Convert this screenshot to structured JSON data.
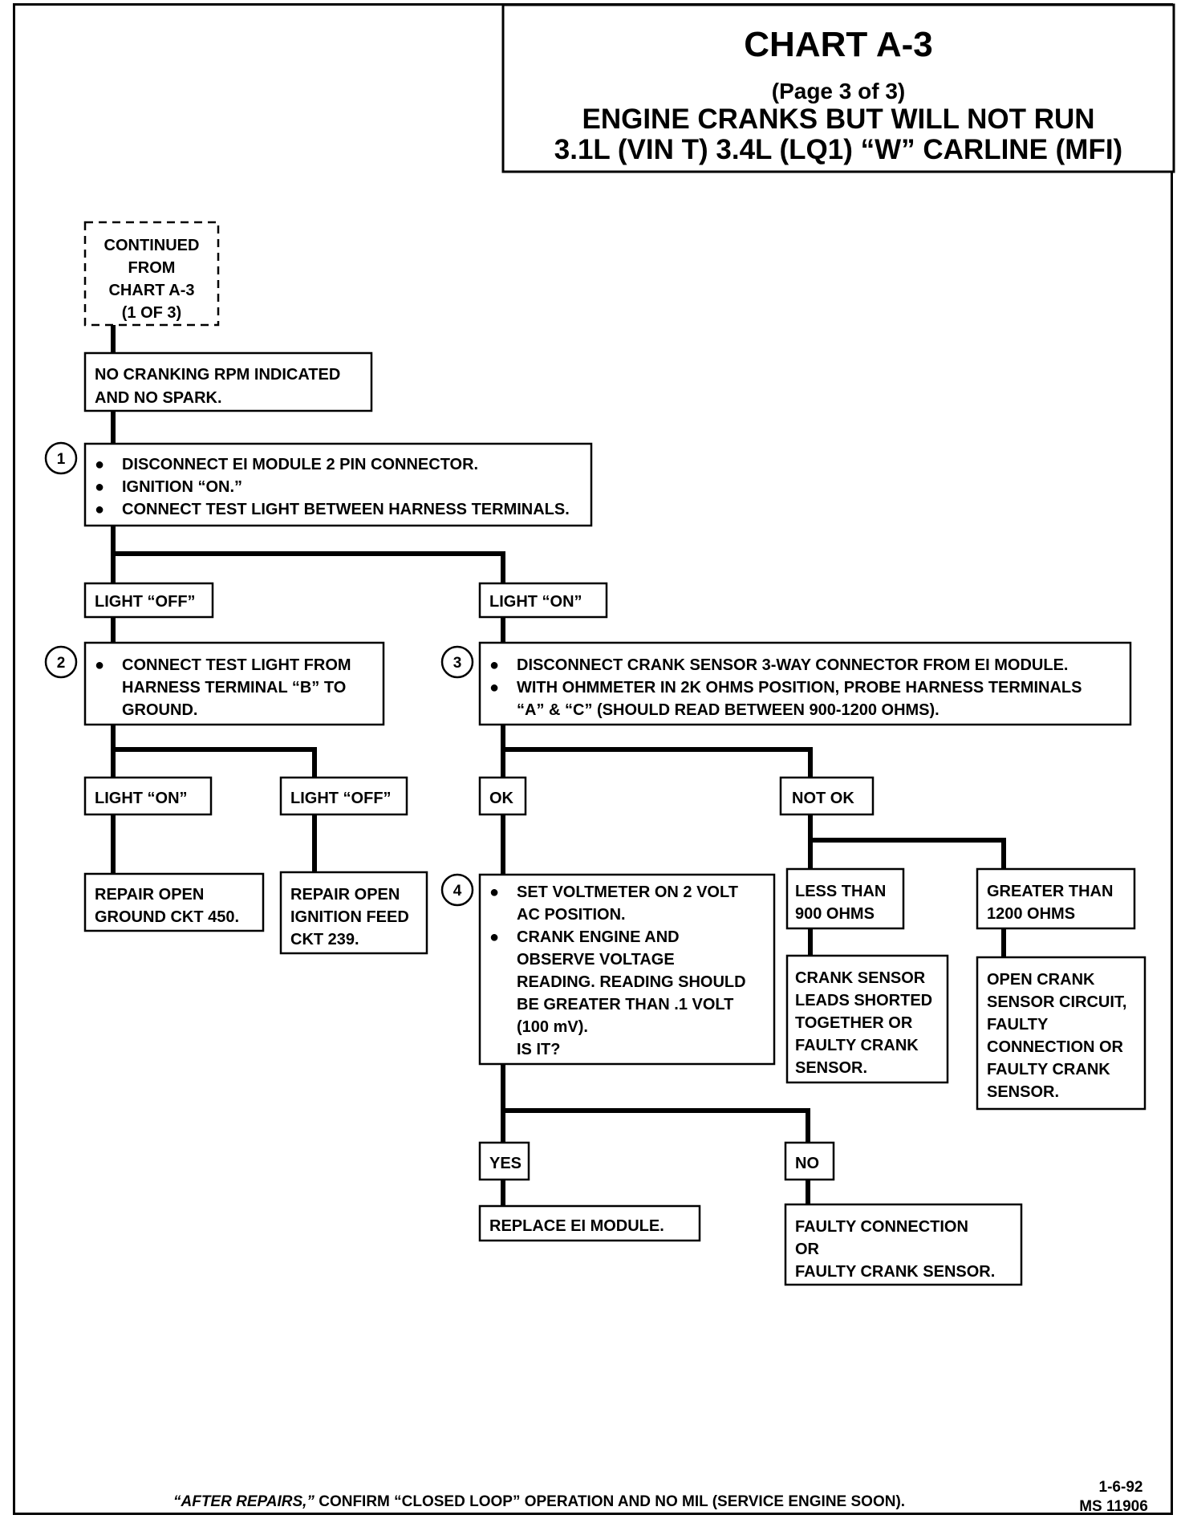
{
  "header": {
    "chart_id": "CHART A-3",
    "page": "(Page 3 of 3)",
    "title": "ENGINE CRANKS BUT WILL NOT RUN",
    "subtitle": "3.1L  (VIN T)  3.4L (LQ1)  “W”  CARLINE  (MFI)"
  },
  "nodes": {
    "continued": [
      "CONTINUED",
      "FROM",
      "CHART  A-3",
      "(1 OF 3)"
    ],
    "no_cranking": [
      "NO CRANKING RPM INDICATED",
      "AND NO SPARK."
    ],
    "step1": [
      "DISCONNECT EI MODULE 2 PIN CONNECTOR.",
      "IGNITION “ON.”",
      "CONNECT TEST LIGHT BETWEEN HARNESS TERMINALS."
    ],
    "light_off_1": "LIGHT “OFF”",
    "light_on_1": "LIGHT “ON”",
    "step2": [
      "CONNECT TEST LIGHT  FROM",
      "HARNESS TERMINAL “B” TO",
      "GROUND."
    ],
    "step3": [
      "DISCONNECT CRANK SENSOR  3-WAY CONNECTOR FROM EI MODULE.",
      "WITH OHMMETER IN 2K OHMS POSITION, PROBE HARNESS TERMINALS",
      "“A” & “C”  (SHOULD READ BETWEEN 900-1200 OHMS)."
    ],
    "light_on_2": "LIGHT “ON”",
    "light_off_2": "LIGHT “OFF”",
    "ok": "OK",
    "not_ok": "NOT OK",
    "repair_ground": [
      "REPAIR OPEN",
      "GROUND CKT 450."
    ],
    "repair_ignition": [
      "REPAIR OPEN",
      "IGNITION FEED",
      "CKT 239."
    ],
    "step4": [
      "SET VOLTMETER ON 2 VOLT",
      "AC POSITION.",
      "CRANK ENGINE AND",
      "OBSERVE VOLTAGE",
      "READING.  READING SHOULD",
      "BE GREATER THAN .1 VOLT",
      "(100 mV).",
      "IS IT?"
    ],
    "less_than": [
      "LESS THAN",
      "900 OHMS"
    ],
    "greater_than": [
      "GREATER THAN",
      "1200 OHMS"
    ],
    "crank_shorted": [
      "CRANK SENSOR",
      "LEADS SHORTED",
      "TOGETHER OR",
      "FAULTY CRANK",
      "SENSOR."
    ],
    "open_crank": [
      "OPEN CRANK",
      "SENSOR CIRCUIT,",
      "FAULTY",
      "CONNECTION OR",
      "FAULTY CRANK",
      "SENSOR."
    ],
    "yes": "YES",
    "no": "NO",
    "replace_ei": "REPLACE EI MODULE.",
    "faulty_conn": [
      "FAULTY CONNECTION",
      "OR",
      "FAULTY CRANK SENSOR."
    ]
  },
  "step_numbers": [
    "1",
    "2",
    "3",
    "4"
  ],
  "footer": {
    "note_em": "“AFTER REPAIRS,”",
    "note_rest": " CONFIRM “CLOSED LOOP” OPERATION AND NO MIL (SERVICE ENGINE SOON).",
    "date": "1-6-92",
    "ms": "MS 11906"
  }
}
